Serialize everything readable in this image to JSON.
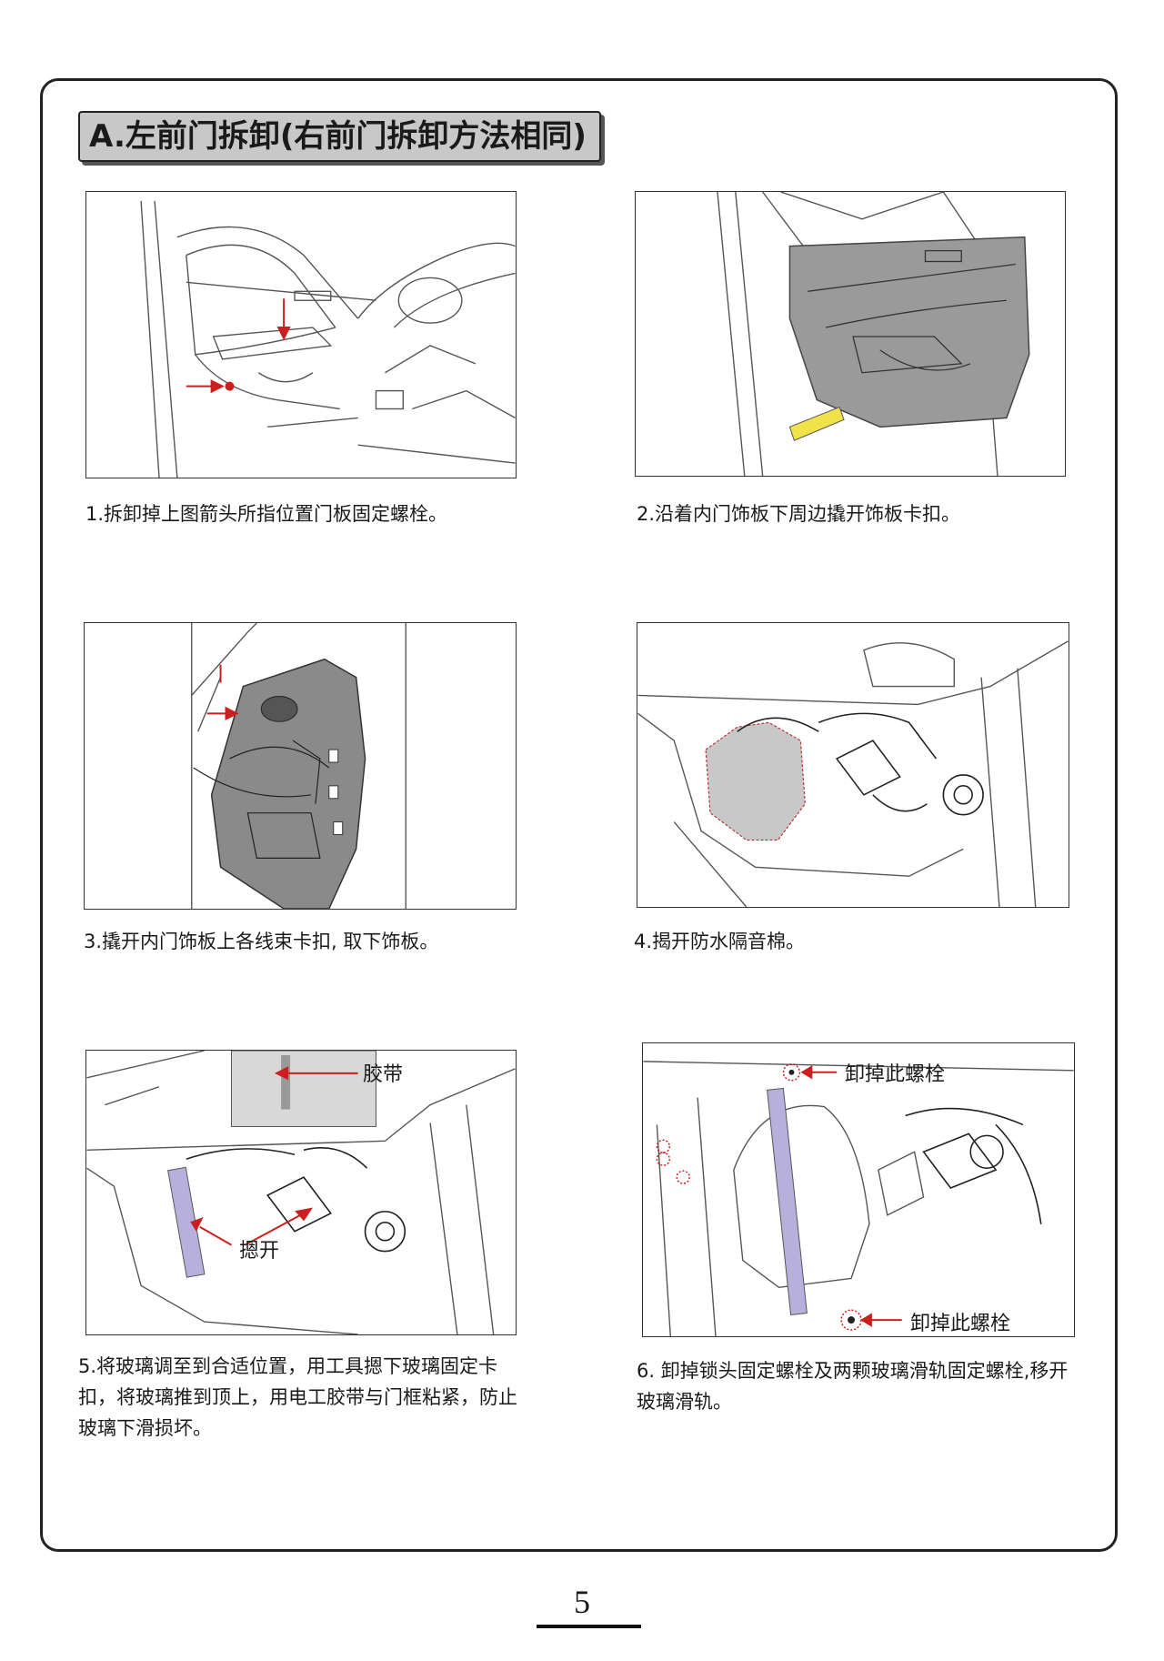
{
  "page": {
    "section_title": "A.左前门拆卸(右前门拆卸方法相同)",
    "page_number": "5"
  },
  "steps": [
    {
      "caption": "1.拆卸掉上图箭头所指位置门板固定螺栓。"
    },
    {
      "caption": "2.沿着内门饰板下周边撬开饰板卡扣。"
    },
    {
      "caption": "3.撬开内门饰板上各线束卡扣, 取下饰板。"
    },
    {
      "caption": "4.揭开防水隔音棉。"
    },
    {
      "caption": "5.将玻璃调至到合适位置，用工具摁下玻璃固定卡扣，将玻璃推到顶上，用电工胶带与门框粘紧，防止玻璃下滑损坏。"
    },
    {
      "caption": "6. 卸掉锁头固定螺栓及两颗玻璃滑轨固定螺栓,移开玻璃滑轨。"
    }
  ],
  "callouts": {
    "tape": "胶带",
    "press": "摁开",
    "remove_bolt_top": "卸掉此螺栓",
    "remove_bolt_bottom": "卸掉此螺栓"
  },
  "colors": {
    "arrow": "#cc1f1f",
    "tape_yellow": "#f2e24a",
    "panel_gray": "#9a9a9a",
    "rail_purple": "#b7b0dc",
    "title_bg": "#c8c8c8"
  }
}
